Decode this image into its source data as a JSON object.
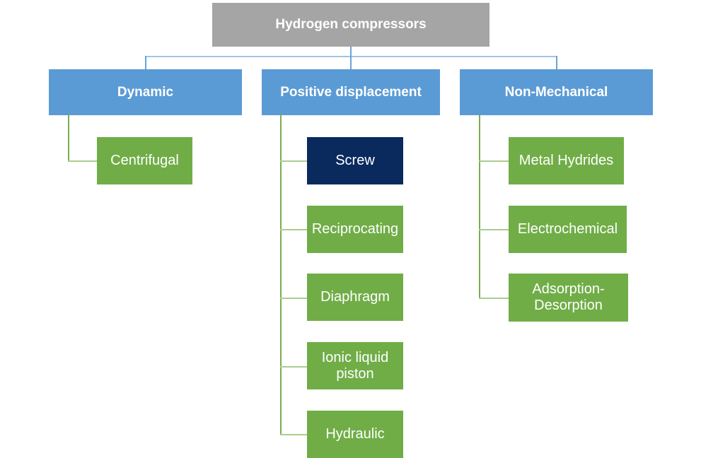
{
  "diagram": {
    "title": "Hydrogen compressors",
    "type": "hierarchy-tree",
    "colors": {
      "root": "#a5a5a5",
      "category": "#5b9bd5",
      "leaf": "#70ad47",
      "leaf_highlighted": "#0a2a5e",
      "connector_blue": "#6aa3da",
      "connector_green": "#7aad52",
      "background": "#ffffff",
      "text": "#ffffff"
    },
    "root": {
      "label": "Hydrogen compressors"
    },
    "categories": [
      {
        "label": "Dynamic",
        "children": [
          {
            "label": "Centrifugal",
            "highlighted": false
          }
        ]
      },
      {
        "label": "Positive displacement",
        "children": [
          {
            "label": "Screw",
            "highlighted": true
          },
          {
            "label": "Reciprocating",
            "highlighted": false
          },
          {
            "label": "Diaphragm",
            "highlighted": false
          },
          {
            "label": "Ionic liquid piston",
            "highlighted": false
          },
          {
            "label": "Hydraulic",
            "highlighted": false
          }
        ]
      },
      {
        "label": "Non-Mechanical",
        "children": [
          {
            "label": "Metal Hydrides",
            "highlighted": false
          },
          {
            "label": "Electrochemical",
            "highlighted": false
          },
          {
            "label": "Adsorption-Desorption",
            "highlighted": false
          }
        ]
      }
    ]
  }
}
